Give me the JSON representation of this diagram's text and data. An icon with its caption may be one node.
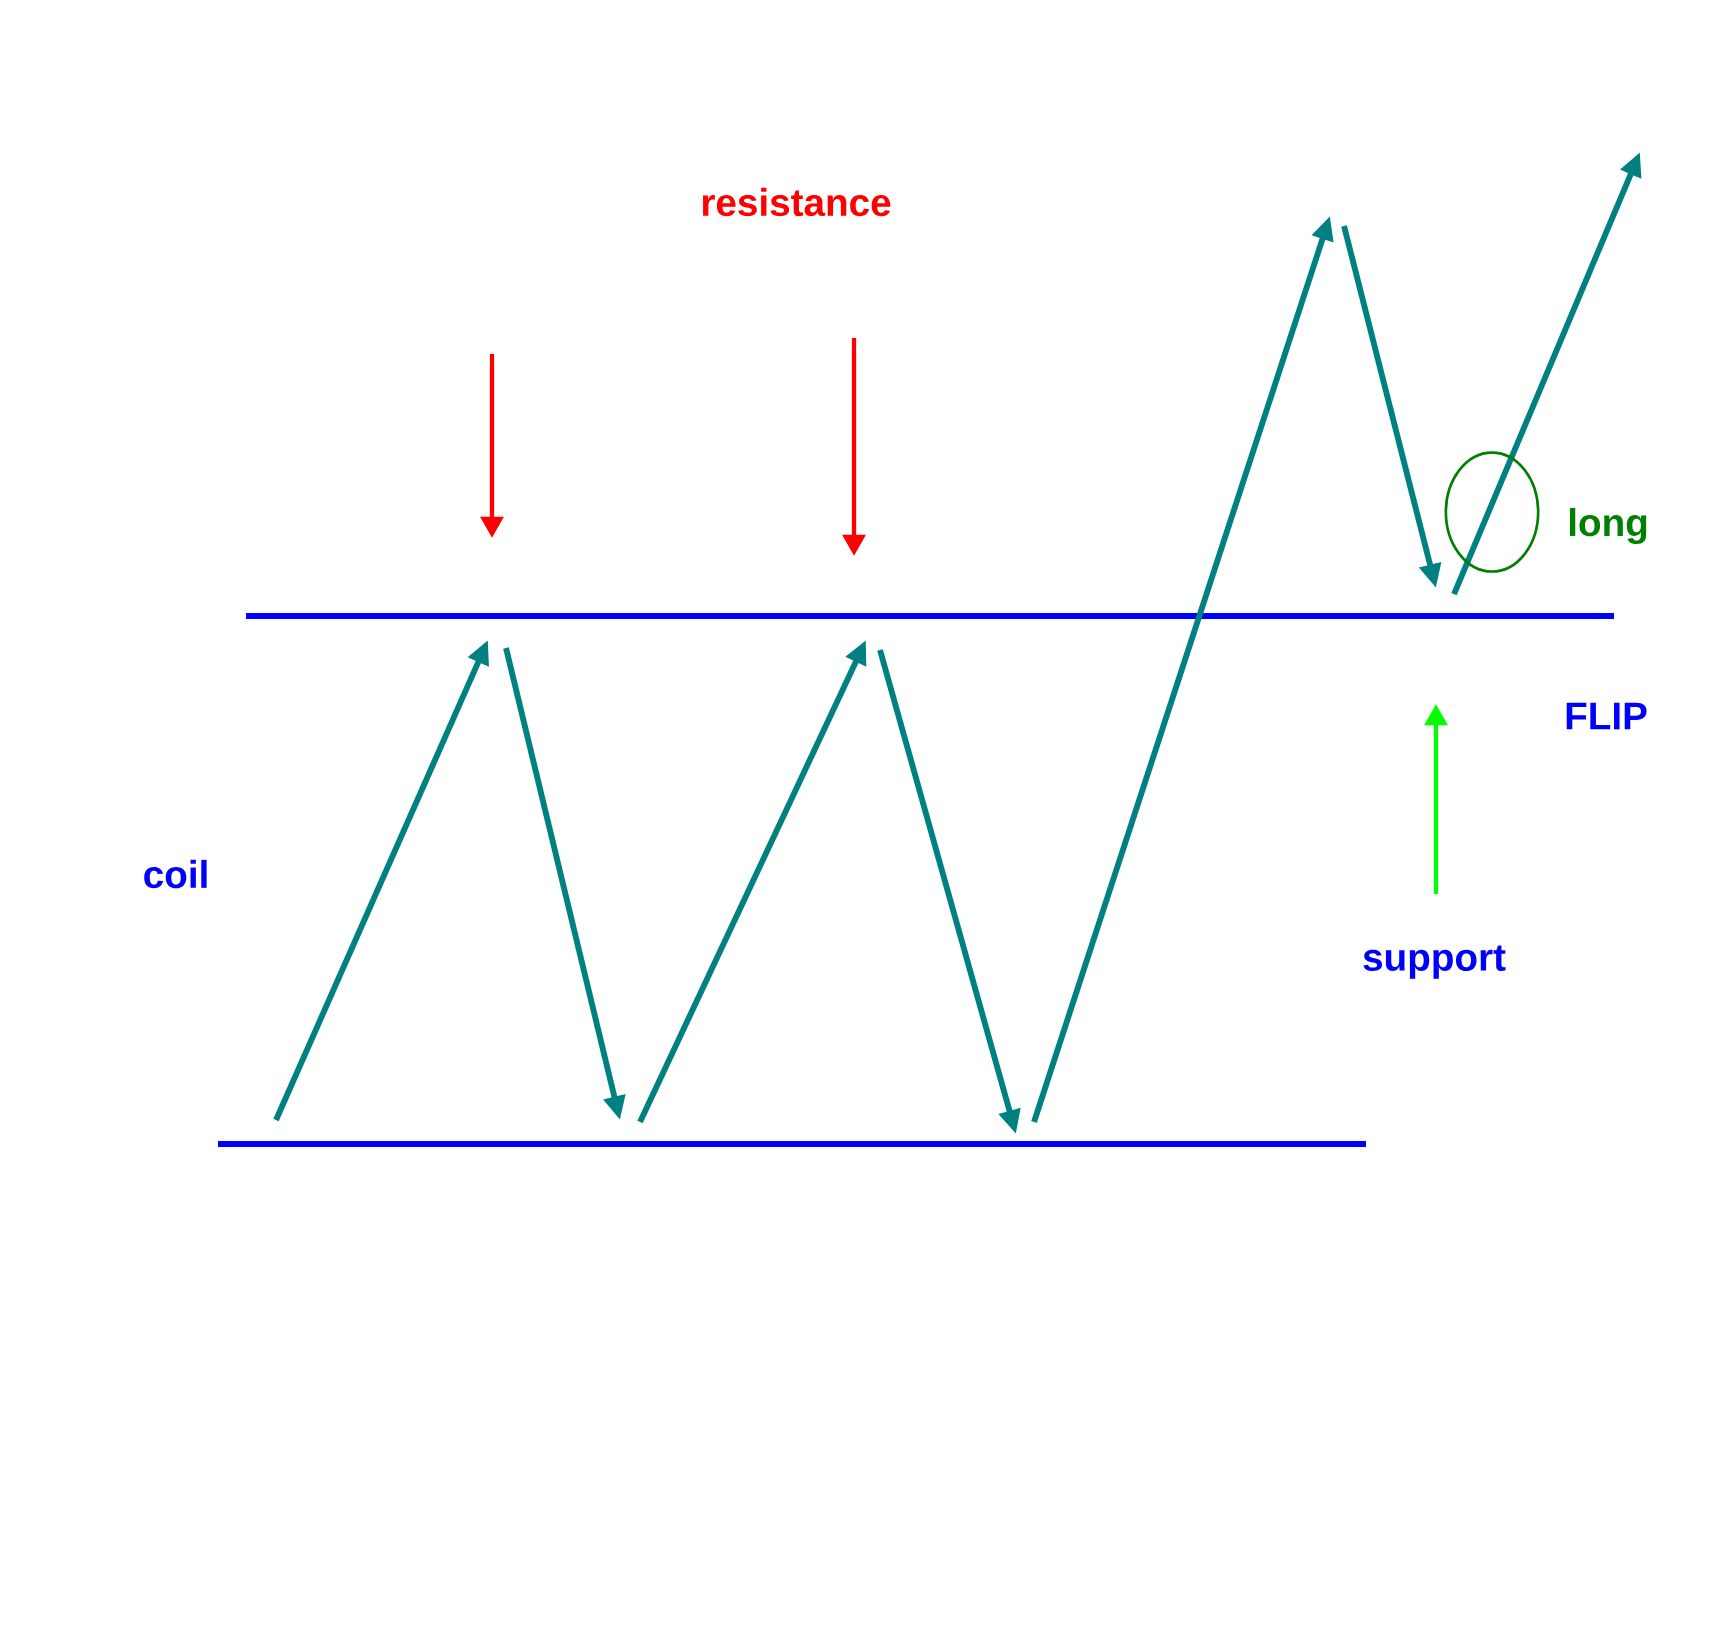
{
  "diagram": {
    "labels": [
      "resistance",
      "long",
      "FLIP",
      "coil",
      "support"
    ]
  }
}
